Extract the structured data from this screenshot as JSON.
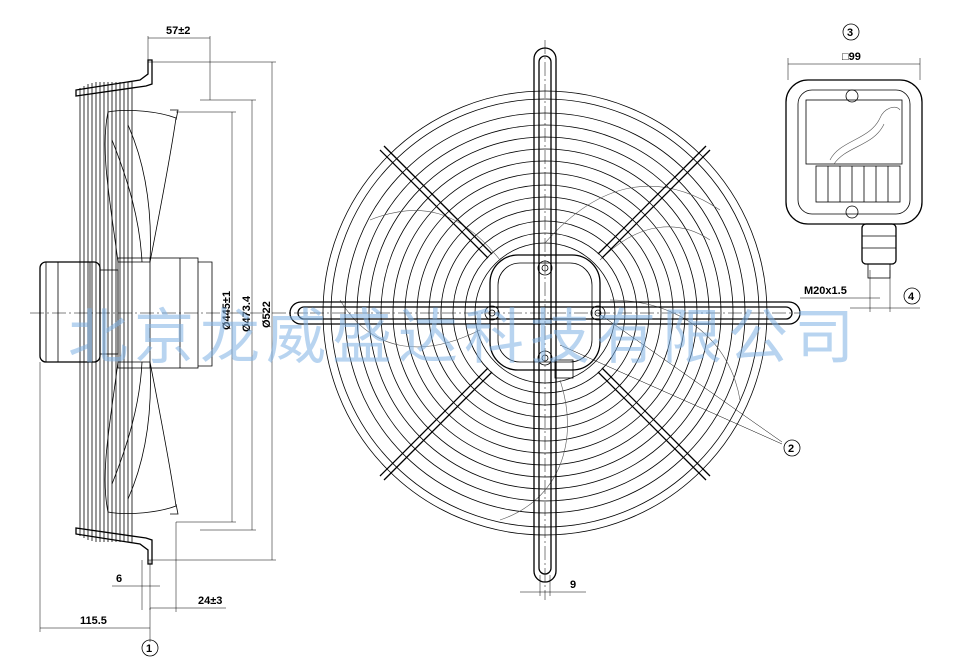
{
  "side_view": {
    "dim_top": "57±2",
    "dia_1": "Ø445±1",
    "dia_2": "Ø473.4",
    "dia_3": "Ø522",
    "dim_6": "6",
    "dim_24": "24±3",
    "dim_115": "115.5",
    "callout_1": "1"
  },
  "front_view": {
    "dim_9": "9",
    "callout_2": "2"
  },
  "terminal_box": {
    "callout_3": "3",
    "square": "□99",
    "thread": "M20x1.5",
    "callout_4": "4"
  },
  "watermark": "北京龙威盛达科技有限公司"
}
